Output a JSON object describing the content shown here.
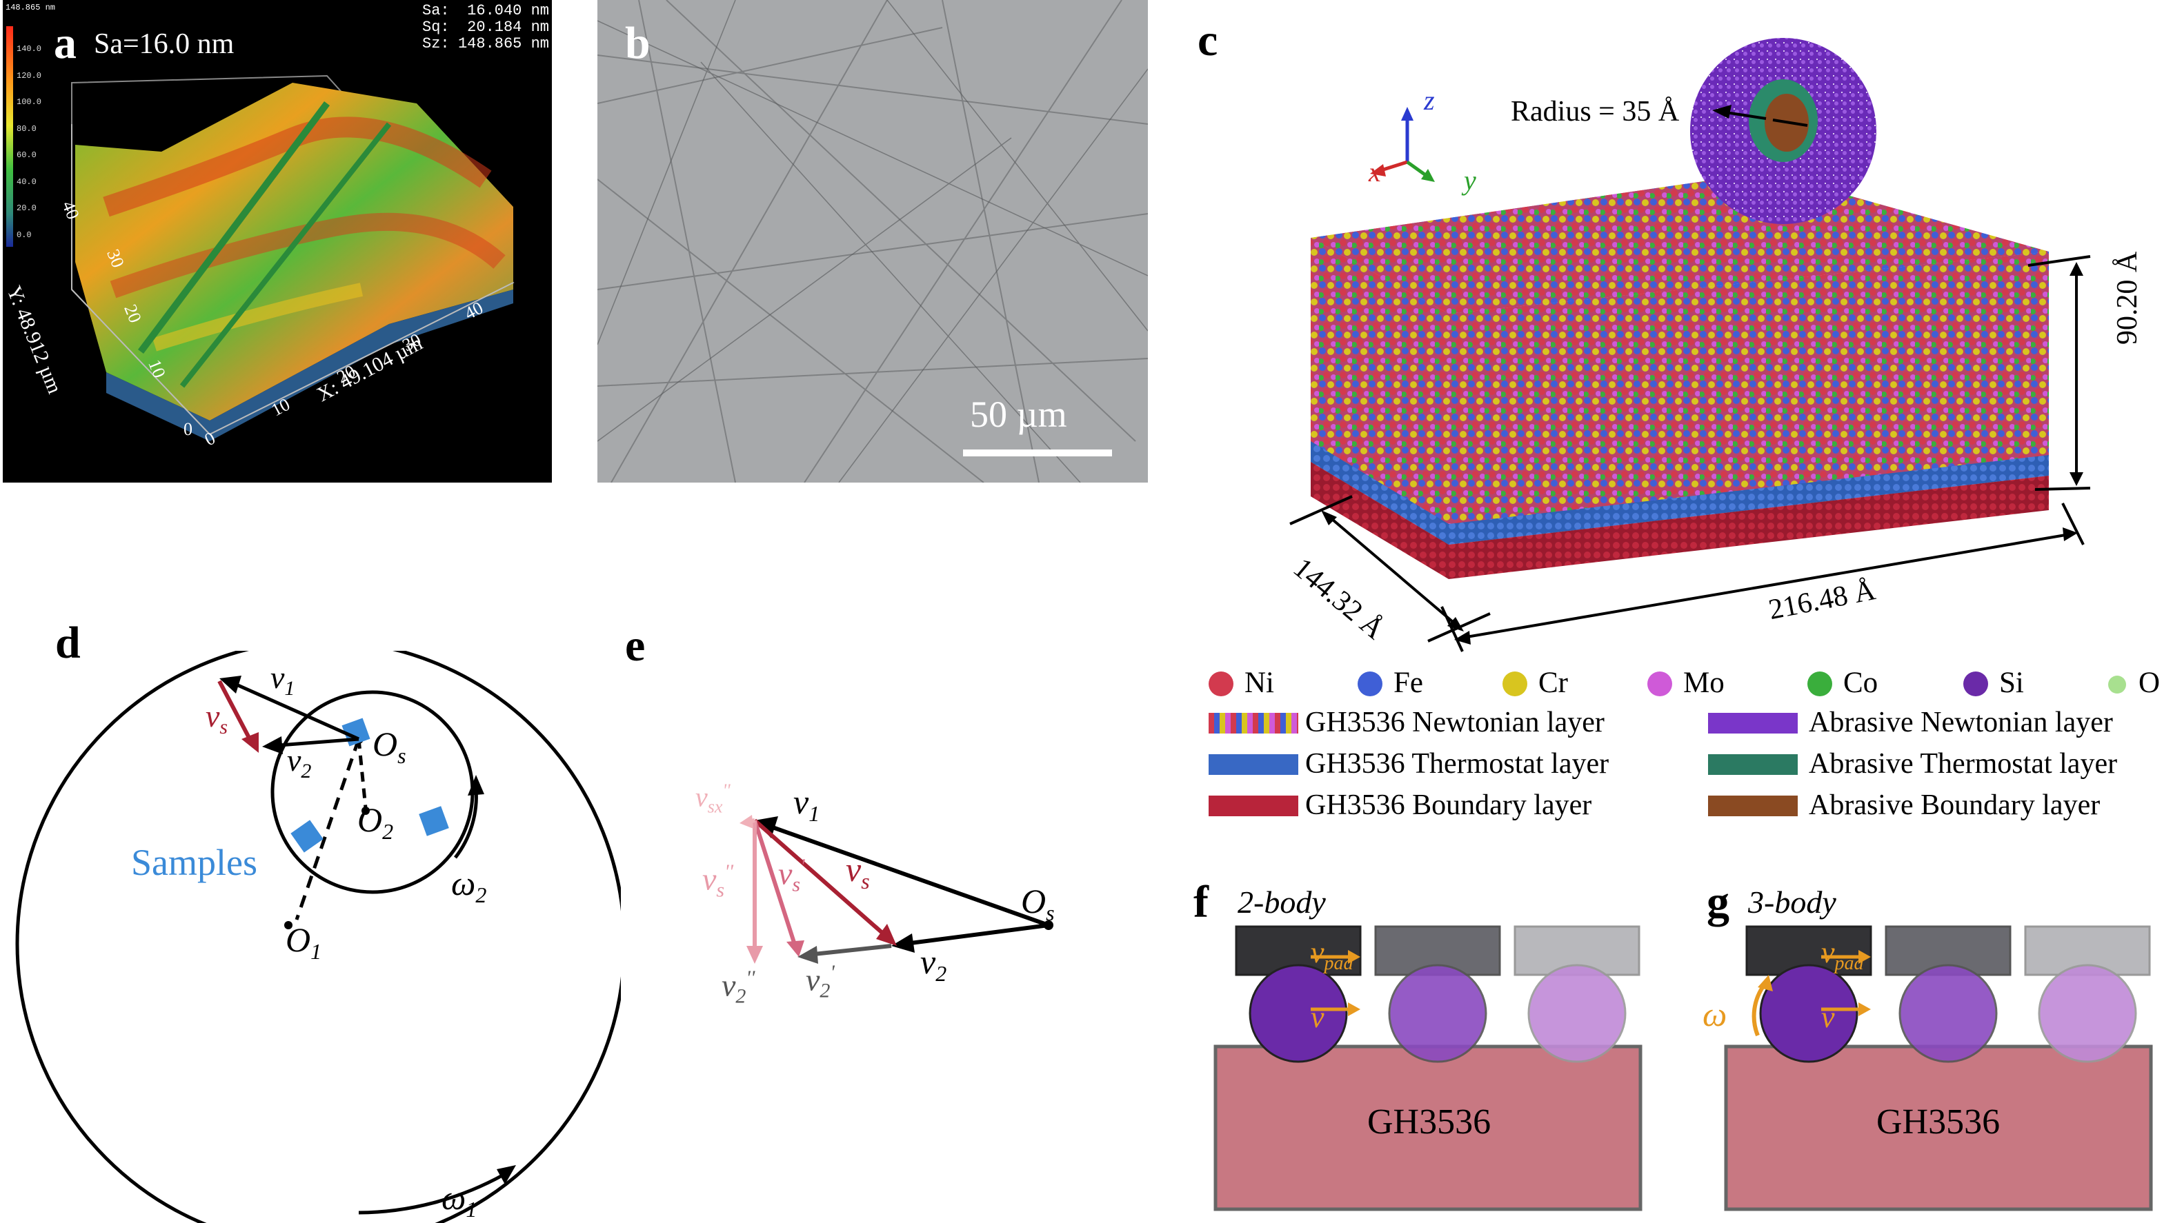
{
  "panel_a": {
    "label": "a",
    "sa_title": "Sa=16.0 nm",
    "stats_labels": [
      "Sa:",
      "Sq:",
      "Sz:"
    ],
    "stats_values": [
      "16.040 nm",
      "20.184 nm",
      "148.865 nm"
    ],
    "colorbar_top": "148.865 nm",
    "colorbar_ticks": [
      "140.0",
      "120.0",
      "100.0",
      "80.0",
      "60.0",
      "40.0",
      "20.0",
      "0.0"
    ],
    "y_axis_label": "Y: 48.912 µm",
    "x_axis_label": "X: 49.104 µm",
    "y_ticks": [
      "40",
      "30",
      "20",
      "10",
      "0"
    ],
    "x_ticks": [
      "0",
      "10",
      "20",
      "30",
      "40"
    ]
  },
  "panel_b": {
    "label": "b",
    "scale_bar": "50 µm"
  },
  "panel_c": {
    "label": "c",
    "radius_label": "Radius = 35 Å",
    "axis_z": "z",
    "axis_x": "x",
    "axis_y": "y",
    "height_dim": "90.20 Å",
    "depth_dim": "144.32 Å",
    "width_dim": "216.48 Å",
    "atoms": [
      {
        "symbol": "Ni",
        "color": "#d23a4e"
      },
      {
        "symbol": "Fe",
        "color": "#3f5fd6"
      },
      {
        "symbol": "Cr",
        "color": "#d8c51f"
      },
      {
        "symbol": "Mo",
        "color": "#cf5ad8"
      },
      {
        "symbol": "Co",
        "color": "#3aae3c"
      },
      {
        "symbol": "Si",
        "color": "#6a2aa8"
      },
      {
        "symbol": "O",
        "color": "#a8e08f"
      }
    ],
    "layers_left": [
      {
        "label": "GH3536 Newtonian layer",
        "color": "#c74a6a"
      },
      {
        "label": "GH3536 Thermostat layer",
        "color": "#3868c4"
      },
      {
        "label": "GH3536 Boundary layer",
        "color": "#b8243a"
      }
    ],
    "layers_right": [
      {
        "label": "Abrasive Newtonian layer",
        "color": "#7a36c9"
      },
      {
        "label": "Abrasive Thermostat layer",
        "color": "#2b7a62"
      },
      {
        "label": "Abrasive Boundary layer",
        "color": "#8a4a22"
      }
    ]
  },
  "panel_d": {
    "label": "d",
    "samples": "Samples",
    "v1": "v",
    "v1_sub": "1",
    "v2": "v",
    "v2_sub": "2",
    "vs": "v",
    "vs_sub": "s",
    "os": "O",
    "os_sub": "s",
    "o2": "O",
    "o2_sub": "2",
    "o1": "O",
    "o1_sub": "1",
    "w2": "ω",
    "w2_sub": "2",
    "w1": "ω",
    "w1_sub": "1"
  },
  "panel_e": {
    "label": "e",
    "os": "O",
    "os_sub": "s",
    "v1": "v",
    "v1_sub": "1",
    "v2": "v",
    "v2_sub": "2",
    "vs": "v",
    "vs_sub": "s",
    "vs_p": "v",
    "vs_p_sub": "s",
    "vs_p_sup": "'",
    "vs_pp": "v",
    "vs_pp_sub": "s",
    "vs_pp_sup": "''",
    "vsx_pp": "v",
    "vsx_pp_sub": "sx",
    "vsx_pp_sup": "''",
    "v2_p": "v",
    "v2_p_sub": "2",
    "v2_p_sup": "'",
    "v2_pp": "v",
    "v2_pp_sub": "2",
    "v2_pp_sup": "''"
  },
  "panel_f": {
    "label": "f",
    "title": "2-body",
    "substrate": "GH3536",
    "vpad": "v",
    "vpad_sub": "pad",
    "v": "v"
  },
  "panel_g": {
    "label": "g",
    "title": "3-body",
    "substrate": "GH3536",
    "vpad": "v",
    "vpad_sub": "pad",
    "v": "v",
    "omega": "ω"
  }
}
